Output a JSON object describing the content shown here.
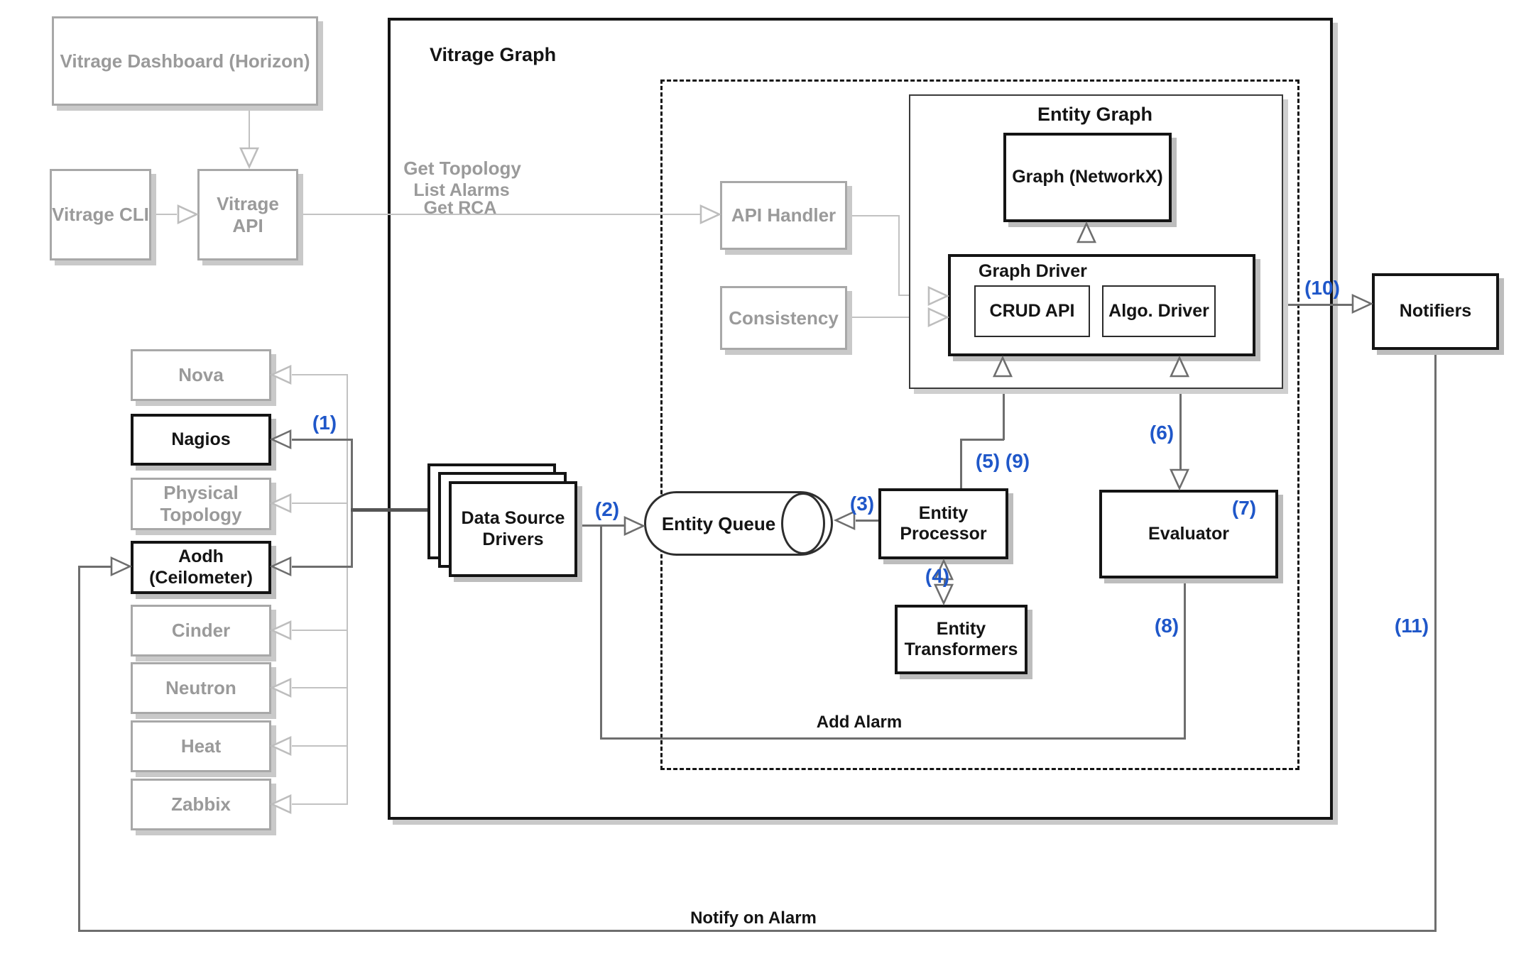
{
  "diagram": {
    "external": {
      "dashboard": "Vitrage Dashboard (Horizon)",
      "cli": "Vitrage CLI",
      "api": "Vitrage API"
    },
    "container": {
      "title": "Vitrage Graph"
    },
    "entity_graph": {
      "title": "Entity Graph",
      "networkx": "Graph (NetworkX)",
      "graph_driver": "Graph Driver",
      "crud_api": "CRUD API",
      "algo_driver": "Algo. Driver"
    },
    "nodes": {
      "api_handler": "API Handler",
      "consistency": "Consistency",
      "data_source_drivers": "Data Source Drivers",
      "entity_queue": "Entity Queue",
      "entity_processor": "Entity Processor",
      "entity_transformers": "Entity Transformers",
      "evaluator": "Evaluator",
      "notifiers": "Notifiers"
    },
    "data_sources": [
      {
        "label": "Nova",
        "emphasis": false
      },
      {
        "label": "Nagios",
        "emphasis": true
      },
      {
        "label": "Physical Topology",
        "emphasis": false
      },
      {
        "label": "Aodh (Ceilometer)",
        "emphasis": true
      },
      {
        "label": "Cinder",
        "emphasis": false
      },
      {
        "label": "Neutron",
        "emphasis": false
      },
      {
        "label": "Heat",
        "emphasis": false
      },
      {
        "label": "Zabbix",
        "emphasis": false
      }
    ],
    "edge_labels": {
      "get_topology": "Get Topology",
      "list_alarms": "List Alarms",
      "get_rca": "Get RCA",
      "add_alarm": "Add Alarm",
      "notify_on_alarm": "Notify on Alarm"
    },
    "steps": {
      "n1": "(1)",
      "n2": "(2)",
      "n3": "(3)",
      "n4": "(4)",
      "n59": "(5) (9)",
      "n6": "(6)",
      "n7": "(7)",
      "n8": "(8)",
      "n10": "(10)",
      "n11": "(11)"
    },
    "colors": {
      "step_blue": "#1f57c9",
      "muted_gray": "#9a9a9a",
      "line_dark": "#6e6e6e",
      "line_light": "#c2c2c2",
      "box_black": "#141414"
    }
  }
}
